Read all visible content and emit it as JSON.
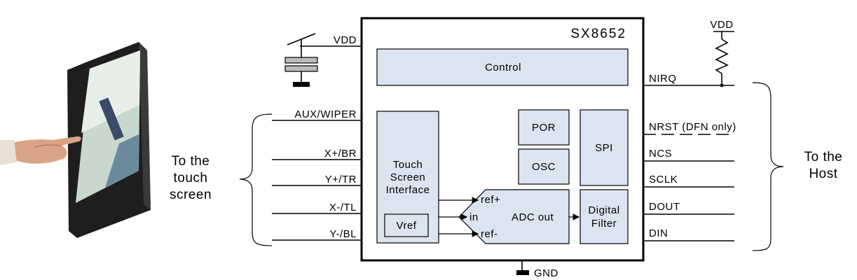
{
  "chip": {
    "name": "SX8652",
    "control": "Control",
    "por": "POR",
    "osc": "OSC",
    "spi": "SPI",
    "touch_interface": [
      "Touch",
      "Screen",
      "Interface"
    ],
    "vref": "Vref",
    "adc": {
      "ref_plus": "ref+",
      "in": "in",
      "ref_minus": "ref-",
      "out": "ADC out"
    },
    "digital_filter": [
      "Digital",
      "Filter"
    ]
  },
  "left_pins": {
    "vdd": "VDD",
    "aux": "AUX/WIPER",
    "xp": "X+/BR",
    "yp": "Y+/TR",
    "xm": "X-/TL",
    "ym": "Y-/BL"
  },
  "right_pins": {
    "vdd": "VDD",
    "nirq": "NIRQ",
    "nrst": "NRST (DFN only)",
    "ncs": "NCS",
    "sclk": "SCLK",
    "dout": "DOUT",
    "din": "DIN"
  },
  "gnd": "GND",
  "left_group": [
    "To the",
    "touch",
    "screen"
  ],
  "right_group": [
    "To the",
    "Host"
  ],
  "colors": {
    "block_fill": "#dbe5f1",
    "line": "#000000"
  }
}
